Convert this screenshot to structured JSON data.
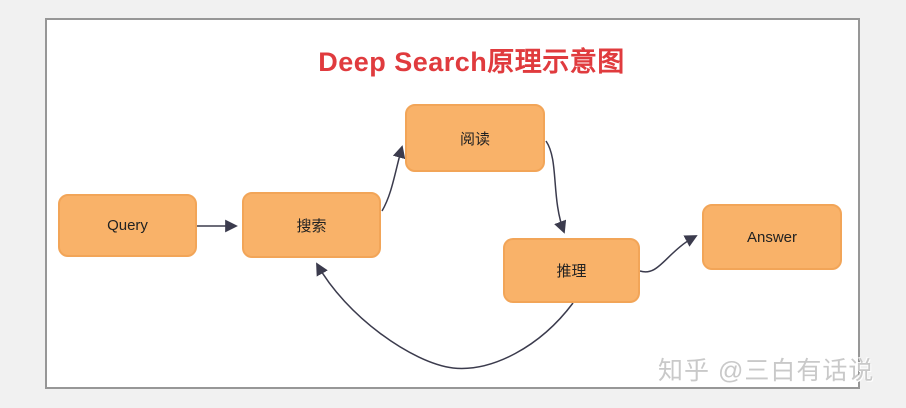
{
  "diagram": {
    "title": "Deep Search原理示意图",
    "title_color": "#e03b3e",
    "node_fill": "#f9b269",
    "node_border": "#f2a558",
    "arrow_color": "#3b3b4d",
    "canvas_background": "#ffffff",
    "page_background": "#f1f1f1",
    "nodes": [
      {
        "id": "query",
        "label": "Query"
      },
      {
        "id": "search",
        "label": "搜索"
      },
      {
        "id": "read",
        "label": "阅读"
      },
      {
        "id": "reason",
        "label": "推理"
      },
      {
        "id": "answer",
        "label": "Answer"
      }
    ],
    "edges": [
      {
        "from": "Query",
        "to": "搜索"
      },
      {
        "from": "搜索",
        "to": "阅读"
      },
      {
        "from": "阅读",
        "to": "推理"
      },
      {
        "from": "推理",
        "to": "Answer"
      },
      {
        "from": "推理",
        "to": "搜索"
      }
    ]
  },
  "watermark": {
    "text": "知乎 @三白有话说"
  }
}
